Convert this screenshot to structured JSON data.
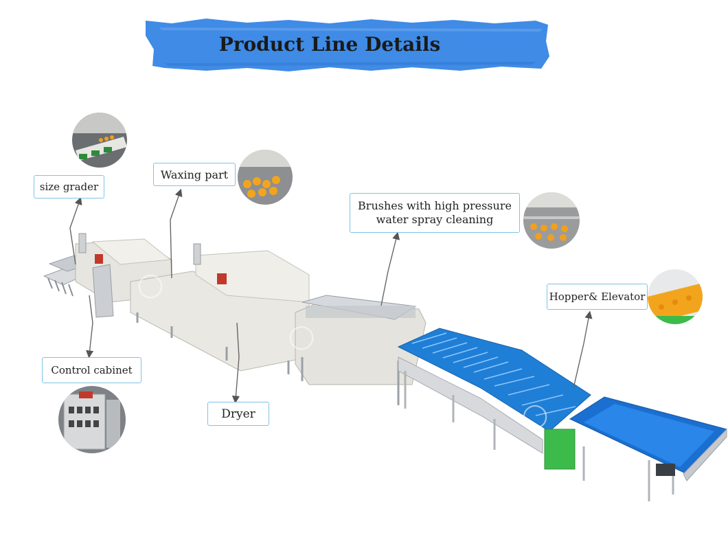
{
  "header": {
    "title": "Product Line Details"
  },
  "callouts": [
    {
      "id": "size-grader",
      "label": "size grader"
    },
    {
      "id": "waxing-part",
      "label": "Waxing part"
    },
    {
      "id": "brushes",
      "label": "Brushes with high pressure water spray cleaning"
    },
    {
      "id": "hopper-elevator",
      "label": "Hopper& Elevator"
    },
    {
      "id": "control-cabinet",
      "label": "Control cabinet"
    },
    {
      "id": "dryer",
      "label": "Dryer"
    }
  ],
  "colors": {
    "banner": "#3f8be6",
    "label_border": "#7fc3e3",
    "conveyor_blue": "#1f7fd6",
    "hopper_green": "#3dbb4a",
    "machine_body": "#ecebe6",
    "frame_steel": "#b9bcc1",
    "fruit_orange": "#f0a020"
  },
  "icons": [
    "arrow-pointer"
  ]
}
